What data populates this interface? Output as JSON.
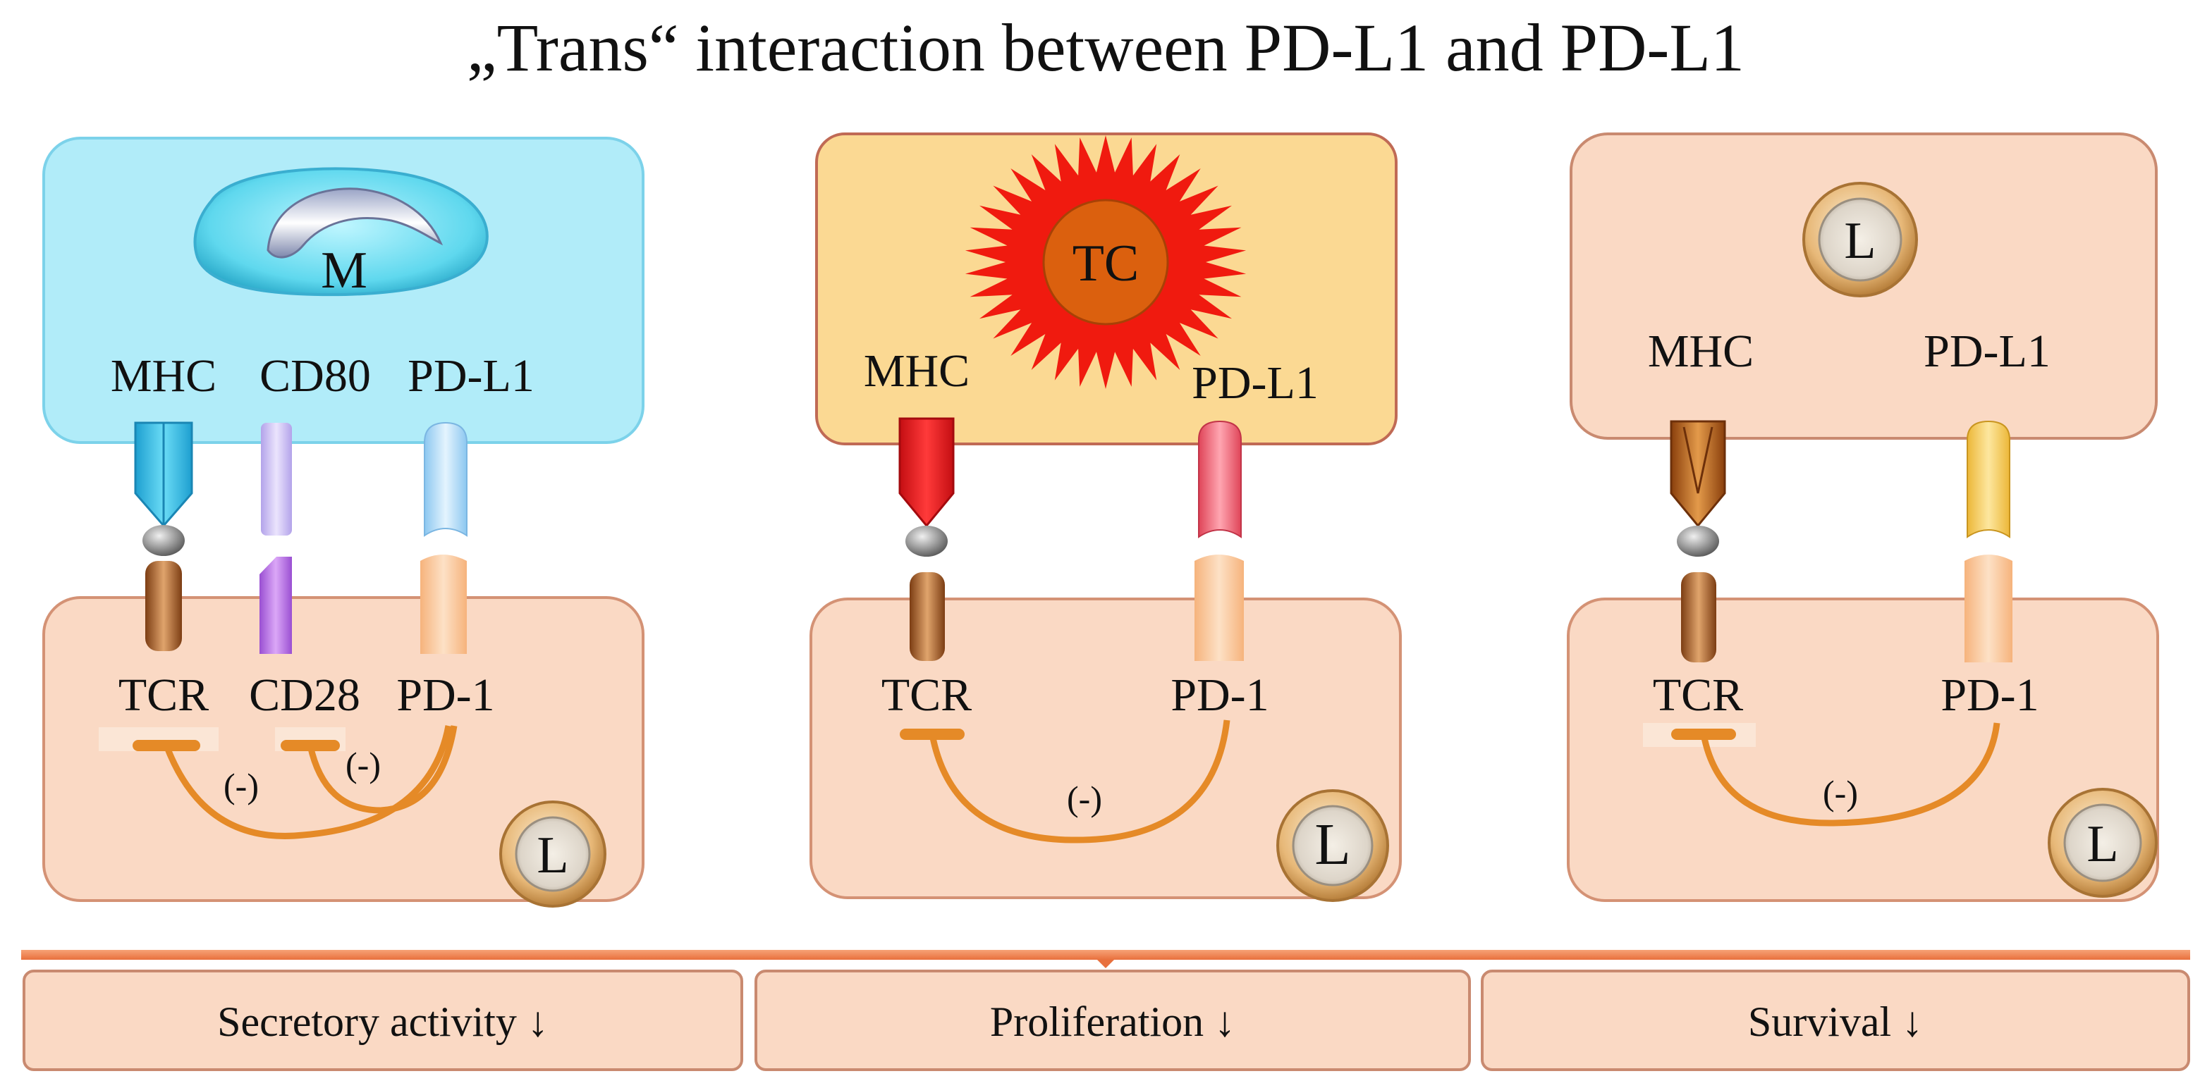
{
  "title": "„Trans“ interaction between PD-L1 and PD-L1",
  "panels": [
    {
      "cell_label": "M",
      "receptors_top": [
        "MHC",
        "CD80",
        "PD-L1"
      ],
      "receptors_bottom": [
        "TCR",
        "CD28",
        "PD-1"
      ],
      "inhibition_marks": [
        "(-)",
        "(-)"
      ],
      "lymphocyte_label": "L",
      "outcome": "Secretory activity ↓"
    },
    {
      "cell_label": "TC",
      "receptors_top": [
        "MHC",
        "PD-L1"
      ],
      "receptors_bottom": [
        "TCR",
        "PD-1"
      ],
      "inhibition_marks": [
        "(-)"
      ],
      "lymphocyte_label": "L",
      "outcome": "Proliferation ↓"
    },
    {
      "cell_label": "L",
      "receptors_top": [
        "MHC",
        "PD-L1"
      ],
      "receptors_bottom": [
        "TCR",
        "PD-1"
      ],
      "inhibition_marks": [
        "(-)"
      ],
      "lymphocyte_label": "L",
      "outcome": "Survival ↓"
    }
  ],
  "colors": {
    "macrophage_cell": "#b1ecf9",
    "tumor_cell_box": "#fbd993",
    "lymphocyte_cell": "#fad9c4",
    "cell_border": "#c98a70",
    "arc": "#e58a27",
    "mhc_macrophage": "#36c6ea",
    "cd80": "#cfc2f3",
    "cd28": "#b86fe6",
    "pd_l1_macrophage": "#bfe3fb",
    "mhc_tumor": "#e0141c",
    "pd_l1_tumor": "#ef6474",
    "mhc_lymphocyte": "#b8641b",
    "pd_l1_lymphocyte": "#f6cf5c",
    "tcr": "#9c5526",
    "pd_1": "#f8c79b",
    "tumor_star": "#f01a0f",
    "tumor_nucleus": "#db600e"
  }
}
